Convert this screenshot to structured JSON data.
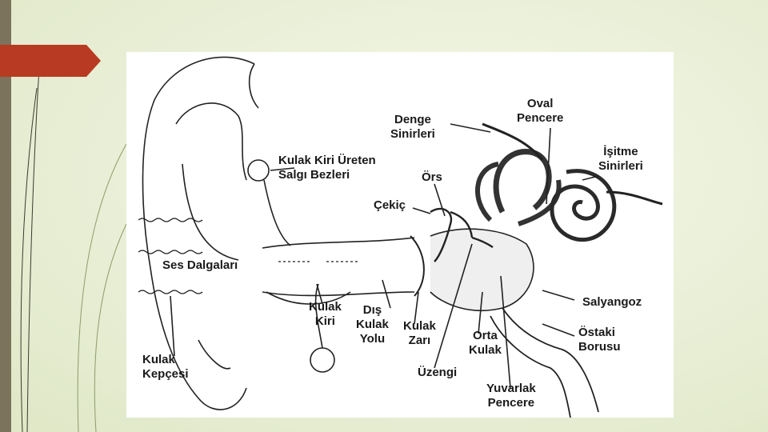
{
  "slide": {
    "accent_color": "#b83a22",
    "rail_color": "#7b735b",
    "background": "#eaf0d8"
  },
  "diagram": {
    "labels": {
      "denge_sinirleri": "Denge\nSinirleri",
      "oval_pencere": "Oval\nPencere",
      "isitme_sinirleri": "İşitme\nSinirleri",
      "kulak_kiri_ureten": "Kulak Kiri Üreten\nSalgı Bezleri",
      "ors": "Örs",
      "cekic": "Çekiç",
      "ses_dalgalari": "Ses Dalgaları",
      "salyangoz": "Salyangoz",
      "kulak_kiri": "Kulak\nKiri",
      "dis_kulak_yolu": "Dış\nKulak\nYolu",
      "kulak_zari": "Kulak\nZarı",
      "orta_kulak": "Orta\nKulak",
      "ostaki_borusu": "Östaki\nBorusu",
      "kulak_kepcesi": "Kulak\nKepçesi",
      "uzengi": "Üzengi",
      "yuvarlak_pencere": "Yuvarlak\nPencere"
    }
  }
}
